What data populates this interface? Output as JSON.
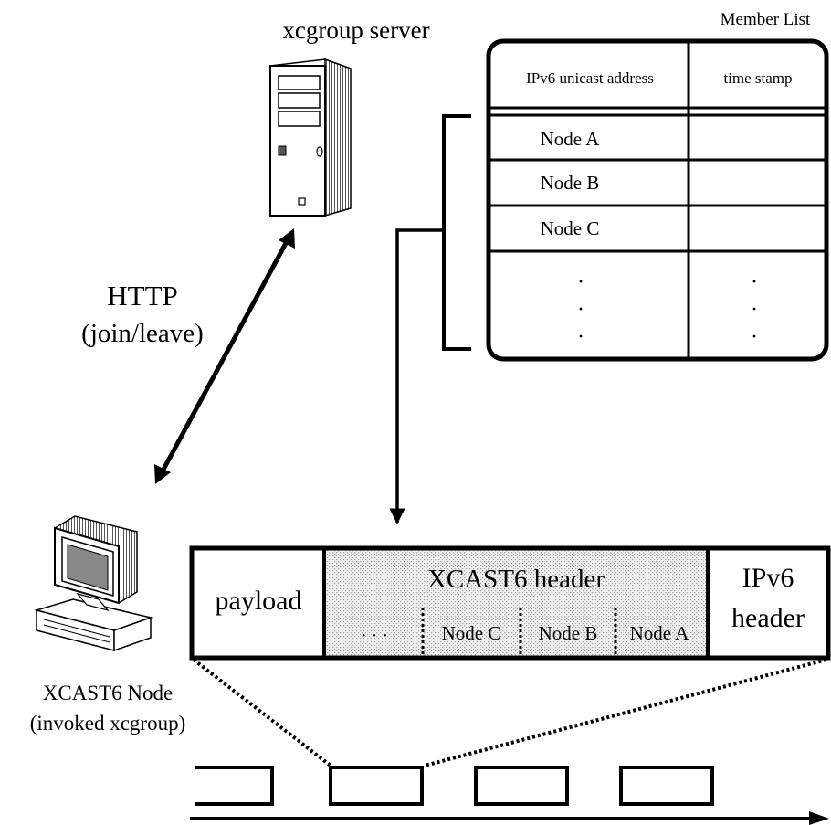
{
  "server": {
    "label": "xcgroup server",
    "icon": "server-tower-icon"
  },
  "member_list": {
    "title": "Member List",
    "columns": [
      "IPv6 unicast address",
      "time stamp"
    ],
    "rows": [
      "Node A",
      "Node B",
      "Node C"
    ],
    "ellipsis": "·"
  },
  "http_link": {
    "line1": "HTTP",
    "line2": "(join/leave)"
  },
  "node": {
    "label_line1": "XCAST6 Node",
    "label_line2": "(invoked xcgroup)",
    "icon": "computer-terminal-icon"
  },
  "packet": {
    "payload": "payload",
    "xcast_header": "XCAST6 header",
    "xcast_dots": "·  ·  ·",
    "xcast_nodes": [
      "Node C",
      "Node B",
      "Node A"
    ],
    "ipv6_line1": "IPv6",
    "ipv6_line2": "header"
  },
  "colors": {
    "stroke": "#000000",
    "header_fill": "#e6e6e6",
    "background": "#ffffff"
  }
}
